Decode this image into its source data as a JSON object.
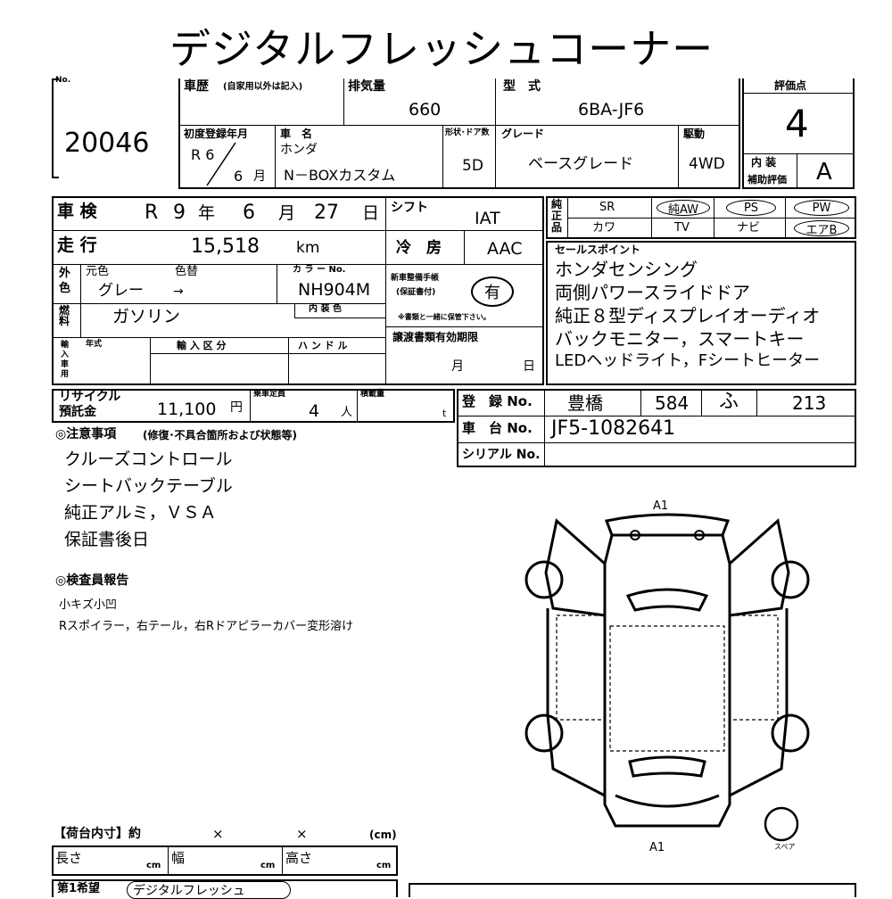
{
  "title": "デジタルフレッシュコーナー",
  "lot": {
    "label": "No.",
    "number": "20046"
  },
  "history": {
    "label": "車歴",
    "note": "(自家用以外は記入)"
  },
  "displacement": {
    "label": "排気量",
    "value": "660"
  },
  "model": {
    "label": "型　式",
    "value": "6BA-JF6"
  },
  "score": {
    "label": "評価点",
    "value": "4"
  },
  "interior": {
    "label1": "内 装",
    "label2": "補助評価",
    "value": "A"
  },
  "first_reg": {
    "label": "初度登録年月",
    "era": "R 6",
    "month": "6",
    "month_unit": "月"
  },
  "car_name": {
    "label": "車　名",
    "maker": "ホンダ",
    "name": "N－BOXカスタム"
  },
  "shape": {
    "label": "形状･ドア数",
    "value": "5D"
  },
  "grade": {
    "label": "グレード",
    "value": "ベースグレード"
  },
  "drive": {
    "label": "駆動",
    "value": "4WD"
  },
  "inspection": {
    "label": "車 検",
    "era": "R",
    "year": "9",
    "year_unit": "年",
    "month": "6",
    "month_unit": "月",
    "day": "27",
    "day_unit": "日"
  },
  "shift": {
    "label": "シフト",
    "value": "IAT"
  },
  "equipment": {
    "label": "純正品",
    "items": [
      {
        "text": "SR",
        "circled": false
      },
      {
        "text": "純AW",
        "circled": true
      },
      {
        "text": "PS",
        "circled": true
      },
      {
        "text": "PW",
        "circled": true
      },
      {
        "text": "カワ",
        "circled": false
      },
      {
        "text": "TV",
        "circled": false
      },
      {
        "text": "ナビ",
        "circled": false
      },
      {
        "text": "エアB",
        "circled": true
      }
    ]
  },
  "mileage": {
    "label": "走 行",
    "value": "15,518",
    "unit": "km"
  },
  "ac": {
    "label": "冷　房",
    "value": "AAC"
  },
  "sales_points": {
    "label": "セールスポイント",
    "lines": [
      "ホンダセンシング",
      "両側パワースライドドア",
      "純正８型ディスプレイオーディオ",
      "バックモニター，スマートキー",
      "LEDヘッドライト，Fシートヒーター"
    ]
  },
  "color": {
    "side_label": "外色",
    "orig_label": "元色",
    "change_label": "色替",
    "orig": "グレー",
    "arrow": "→",
    "code_label": "カ ラ ー No.",
    "code": "NH904M",
    "interior_label": "内 装 色"
  },
  "fuel": {
    "label": "燃料",
    "value": "ガソリン"
  },
  "manual": {
    "label1": "新車整備手帳",
    "label2": "(保証書付)",
    "value": "有",
    "note": "※書類と一緒に保管下さい。"
  },
  "import": {
    "label": "輸入車用",
    "year_label": "年式",
    "class_label": "輸 入 区 分",
    "handle_label": "ハ ン ド ル"
  },
  "transfer": {
    "label": "譲渡書類有効期限",
    "month": "月",
    "day": "日"
  },
  "recycle": {
    "label1": "リサイクル",
    "label2": "預託金",
    "value": "11,100",
    "unit": "円"
  },
  "capacity": {
    "label": "乗車定員",
    "value": "4",
    "unit": "人"
  },
  "load": {
    "label": "積載量",
    "unit": "t"
  },
  "registration": {
    "label": "登　録 No.",
    "place": "豊橋",
    "class": "584",
    "kana": "ふ",
    "number": "213"
  },
  "chassis": {
    "label": "車　台 No.",
    "value": "JF5-1082641"
  },
  "serial": {
    "label": "シリアル No."
  },
  "notes": {
    "heading": "◎注意事項",
    "sub": "(修復･不具合箇所および状態等)",
    "lines": [
      "クルーズコントロール",
      "シートバックテーブル",
      "純正アルミ，ＶＳＡ",
      "保証書後日"
    ]
  },
  "inspector": {
    "heading": "◎検査員報告",
    "lines": [
      "小キズ小凹",
      "Rスポイラー，右テール，右Rドアピラーカバー変形溶け"
    ]
  },
  "diagram": {
    "front_label": "A1",
    "rear_label": "A1",
    "spare_label": "スペア"
  },
  "cargo": {
    "heading": "【荷台内寸】約",
    "x1": "×",
    "x2": "×",
    "unit": "(cm)",
    "length": "長さ",
    "width": "幅",
    "height": "高さ",
    "cm": "cm"
  },
  "owner": {
    "label": "第1希望",
    "value": "デジタルフレッシュ"
  }
}
